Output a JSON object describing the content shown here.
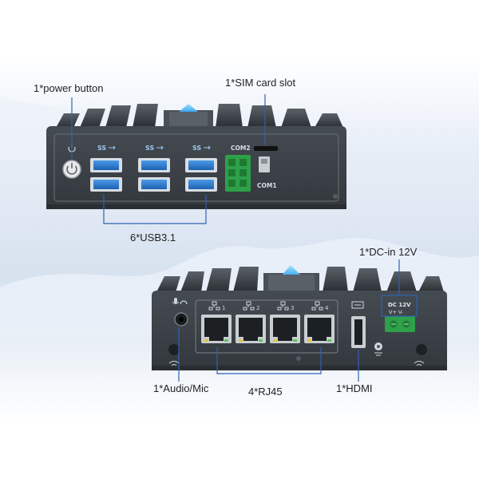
{
  "labels": {
    "power_button": "1*power button",
    "sim_slot": "1*SIM card slot",
    "usb": "6*USB3.1",
    "dc_in": "1*DC-in 12V",
    "audio": "1*Audio/Mic",
    "rj45": "4*RJ45",
    "hdmi": "1*HDMI"
  },
  "panel_text": {
    "com2": "COM2",
    "com1": "COM1",
    "usb_logo": "SS",
    "lan_numbers": [
      "1",
      "2",
      "3",
      "4"
    ],
    "dc_title": "DC 12V",
    "dc_polarity": "V+  V-"
  },
  "colors": {
    "chassis": "#3b4046",
    "panel": "#2f3439",
    "usb_port": "#2f7fd1",
    "terminal": "#2ea14a",
    "accent_led": "#6fc6ff",
    "line": "#2f62b3"
  },
  "icons": [
    "power-icon",
    "usb-logo-icon",
    "lan-icon",
    "hdmi-icon",
    "mic-icon",
    "wifi-icon",
    "ground-icon"
  ]
}
